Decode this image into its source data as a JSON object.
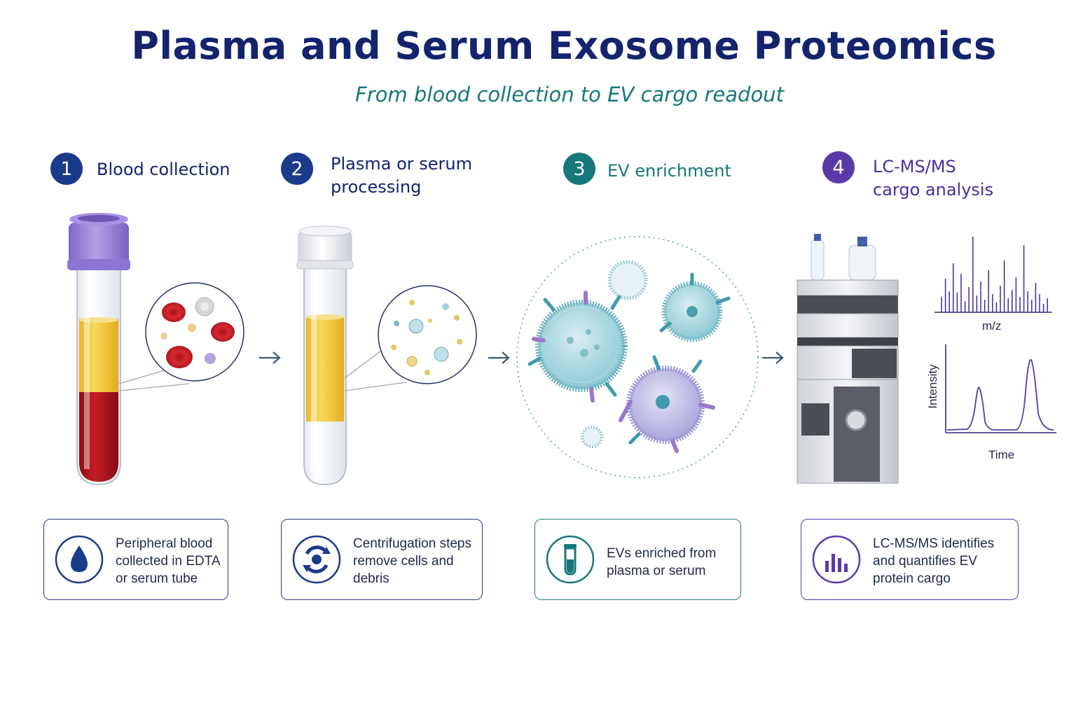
{
  "title": "Plasma and Serum Exosome Proteomics",
  "subtitle": "From blood collection to EV cargo readout",
  "steps": [
    {
      "number": "1",
      "label_lines": [
        "Blood collection"
      ],
      "color": "#1a3a8a",
      "card_lines": [
        "Peripheral blood",
        "collected in EDTA",
        "or serum tube"
      ],
      "icon": "blood-drop-icon"
    },
    {
      "number": "2",
      "label_lines": [
        "Plasma or serum",
        "processing"
      ],
      "color": "#1a3a8a",
      "card_lines": [
        "Centrifugation steps",
        "remove cells and",
        "debris"
      ],
      "icon": "centrifuge-icon"
    },
    {
      "number": "3",
      "label_lines": [
        "EV enrichment"
      ],
      "color": "#17787c",
      "card_lines": [
        "EVs enriched from",
        "plasma or serum"
      ],
      "icon": "test-tube-icon"
    },
    {
      "number": "4",
      "label_lines": [
        "LC-MS/MS",
        "cargo analysis"
      ],
      "color": "#5a3aa8",
      "card_lines": [
        "LC-MS/MS identifies",
        "and quantifies EV",
        "protein cargo"
      ],
      "icon": "bar-chart-icon"
    }
  ],
  "charts": {
    "mass_spectrum": {
      "xlabel": "m/z"
    },
    "chromatogram": {
      "xlabel": "Time",
      "ylabel": "Intensity"
    }
  },
  "colors": {
    "navy": "#14236b",
    "teal": "#17787c",
    "purple": "#5a3aa8",
    "blood": "#b0141c",
    "plasma": "#f2c737",
    "tube_cap_1": "#9d86dc",
    "vesicle": "#8cc8d4"
  }
}
